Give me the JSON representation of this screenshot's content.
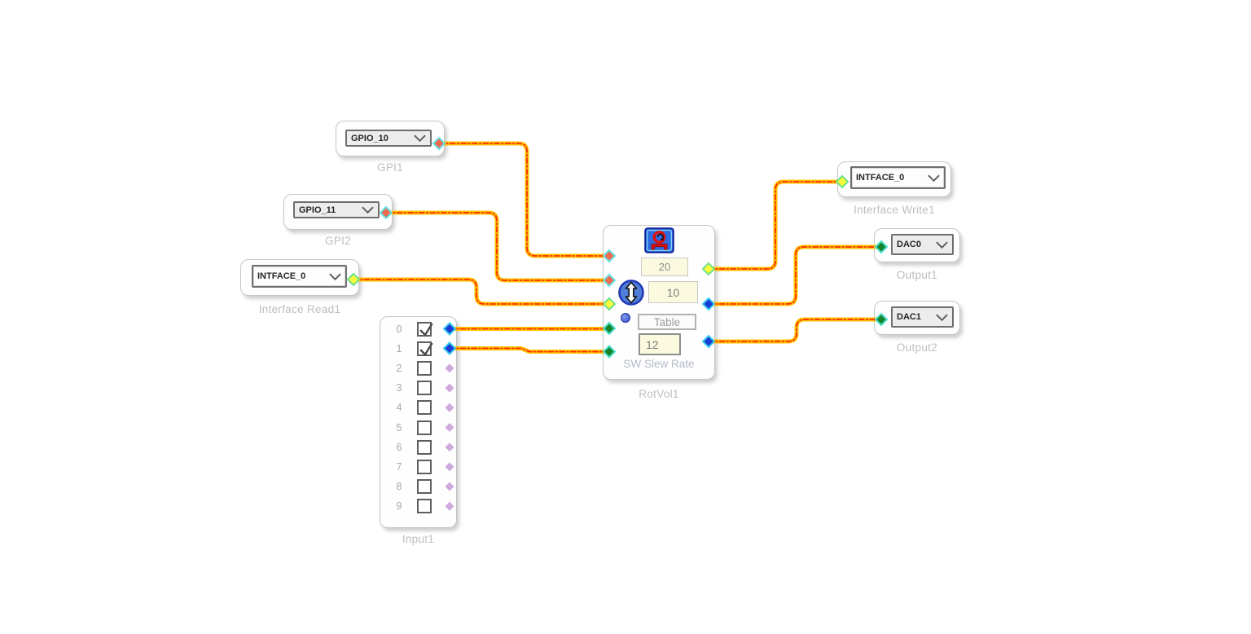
{
  "app": {
    "view": "dsp-schematic-canvas"
  },
  "colors": {
    "canvas_bg": "#ffffff",
    "wire_outer": "#FFC100",
    "wire_dash": "#FF2A00",
    "pin_gpio_fill": "#EE6A50",
    "pin_gpio_stroke": "#63E2E8",
    "pin_control_fill": "#FBFB3A",
    "pin_control_stroke": "#6FE089",
    "pin_input_fill": "#1A3BD4",
    "pin_input_stroke": "#35C8F0",
    "pin_output_fill": "#15852D",
    "pin_output_stroke": "#4FE0D0",
    "pin_unused_fill": "#CDA9DC",
    "block_border": "#C6C6C6",
    "label_text": "#BDBDBD"
  },
  "icons": {
    "chevron_down": "∨",
    "checkmark": "✓",
    "rotary_volume": "rotary-knob-glyph",
    "up_down_arrow": "⇕",
    "radio_dot": "•"
  },
  "blocks": {
    "gpi1": {
      "name": "GPI1",
      "value": "GPIO_10"
    },
    "gpi2": {
      "name": "GPI2",
      "value": "GPIO_11"
    },
    "interface_read1": {
      "name": "Interface Read1",
      "value": "INTFACE_0"
    },
    "input1": {
      "name": "Input1",
      "rows": [
        {
          "label": "0",
          "checked": true
        },
        {
          "label": "1",
          "checked": true
        },
        {
          "label": "2",
          "checked": false
        },
        {
          "label": "3",
          "checked": false
        },
        {
          "label": "4",
          "checked": false
        },
        {
          "label": "5",
          "checked": false
        },
        {
          "label": "6",
          "checked": false
        },
        {
          "label": "7",
          "checked": false
        },
        {
          "label": "8",
          "checked": false
        },
        {
          "label": "9",
          "checked": false
        }
      ]
    },
    "rotvol1": {
      "name": "RotVol1",
      "subtitle": "SW Slew Rate",
      "field_top": "20",
      "field_mid": "10",
      "table_button": "Table",
      "field_bottom": "12"
    },
    "interface_write1": {
      "name": "Interface Write1",
      "value": "INTFACE_0"
    },
    "output1": {
      "name": "Output1",
      "value": "DAC0"
    },
    "output2": {
      "name": "Output2",
      "value": "DAC1"
    }
  }
}
